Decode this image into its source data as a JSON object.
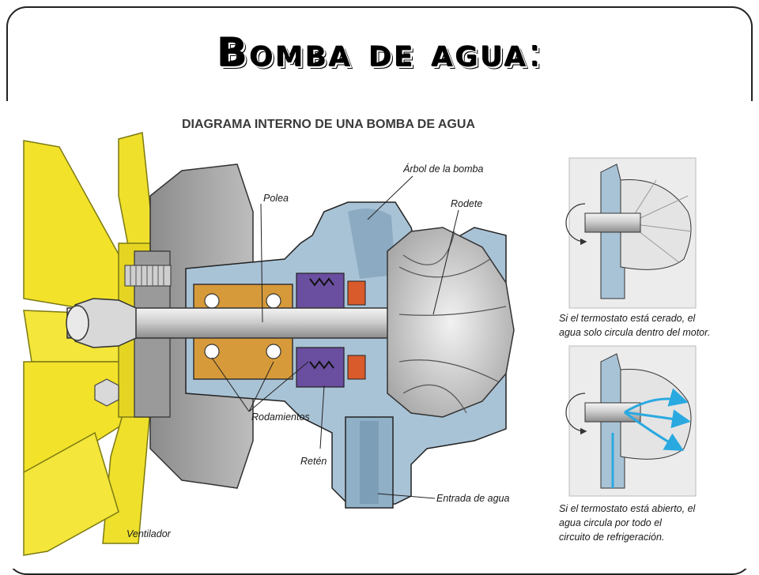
{
  "slide": {
    "title": "Bomba de agua",
    "title_suffix": ":"
  },
  "diagram": {
    "heading": "DIAGRAMA INTERNO DE UNA BOMBA DE AGUA",
    "labels": {
      "shaft": "Árbol de la bomba",
      "impeller": "Rodete",
      "pulley": "Polea",
      "bearings": "Rodamientos",
      "seal": "Retén",
      "water_inlet": "Entrada de agua",
      "fan": "Ventilador"
    },
    "captions": {
      "closed_line1": "Si el termostato está cerado, el",
      "closed_line2": "agua solo circula dentro del motor.",
      "open_line1": "Si el termostato está abierto, el",
      "open_line2": "agua circula por todo el",
      "open_line3": "circuito de refrigeración."
    },
    "colors": {
      "fan": "#f2e22a",
      "housing": "#a9c3d6",
      "bearing": "#d79a3a",
      "seal": "#6a4ea0",
      "flow_arrows": "#2aa9e0"
    }
  }
}
